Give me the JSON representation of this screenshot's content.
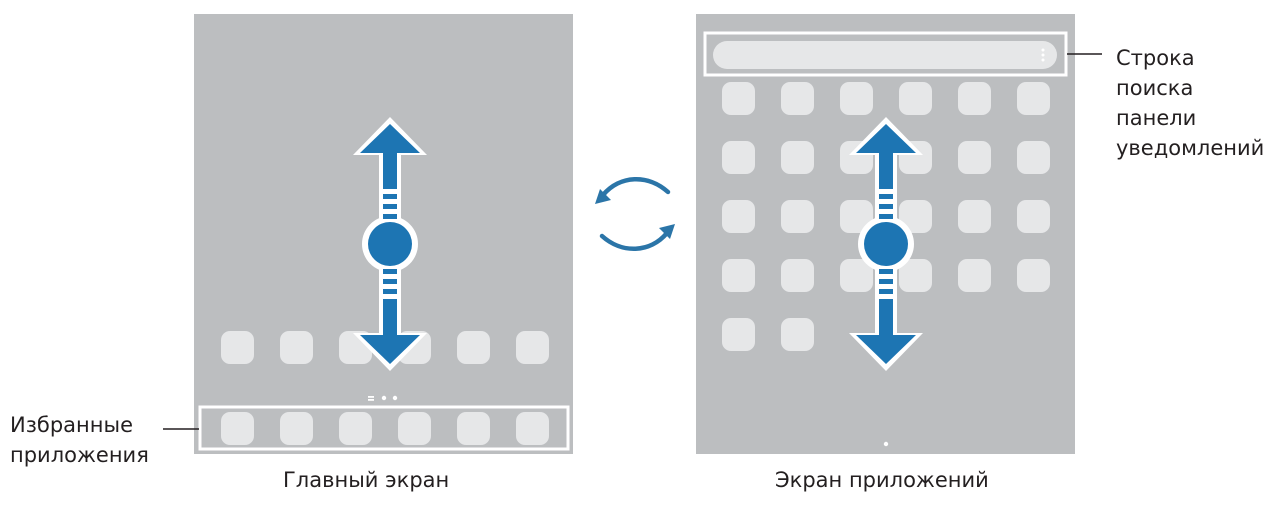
{
  "home_screen": {
    "caption": "Главный экран",
    "favorites_label_line1": "Избранные",
    "favorites_label_line2": "приложения"
  },
  "apps_screen": {
    "caption": "Экран приложений",
    "search_bar_label_line1": "Строка",
    "search_bar_label_line2": "поиска",
    "search_bar_label_line3": "панели",
    "search_bar_label_line4": "уведомлений"
  },
  "colors": {
    "screen_bg": "#bcbec0",
    "app_icon": "#e6e7e8",
    "accent": "#1d75b3",
    "rotate_arrows": "#2b75a8"
  }
}
